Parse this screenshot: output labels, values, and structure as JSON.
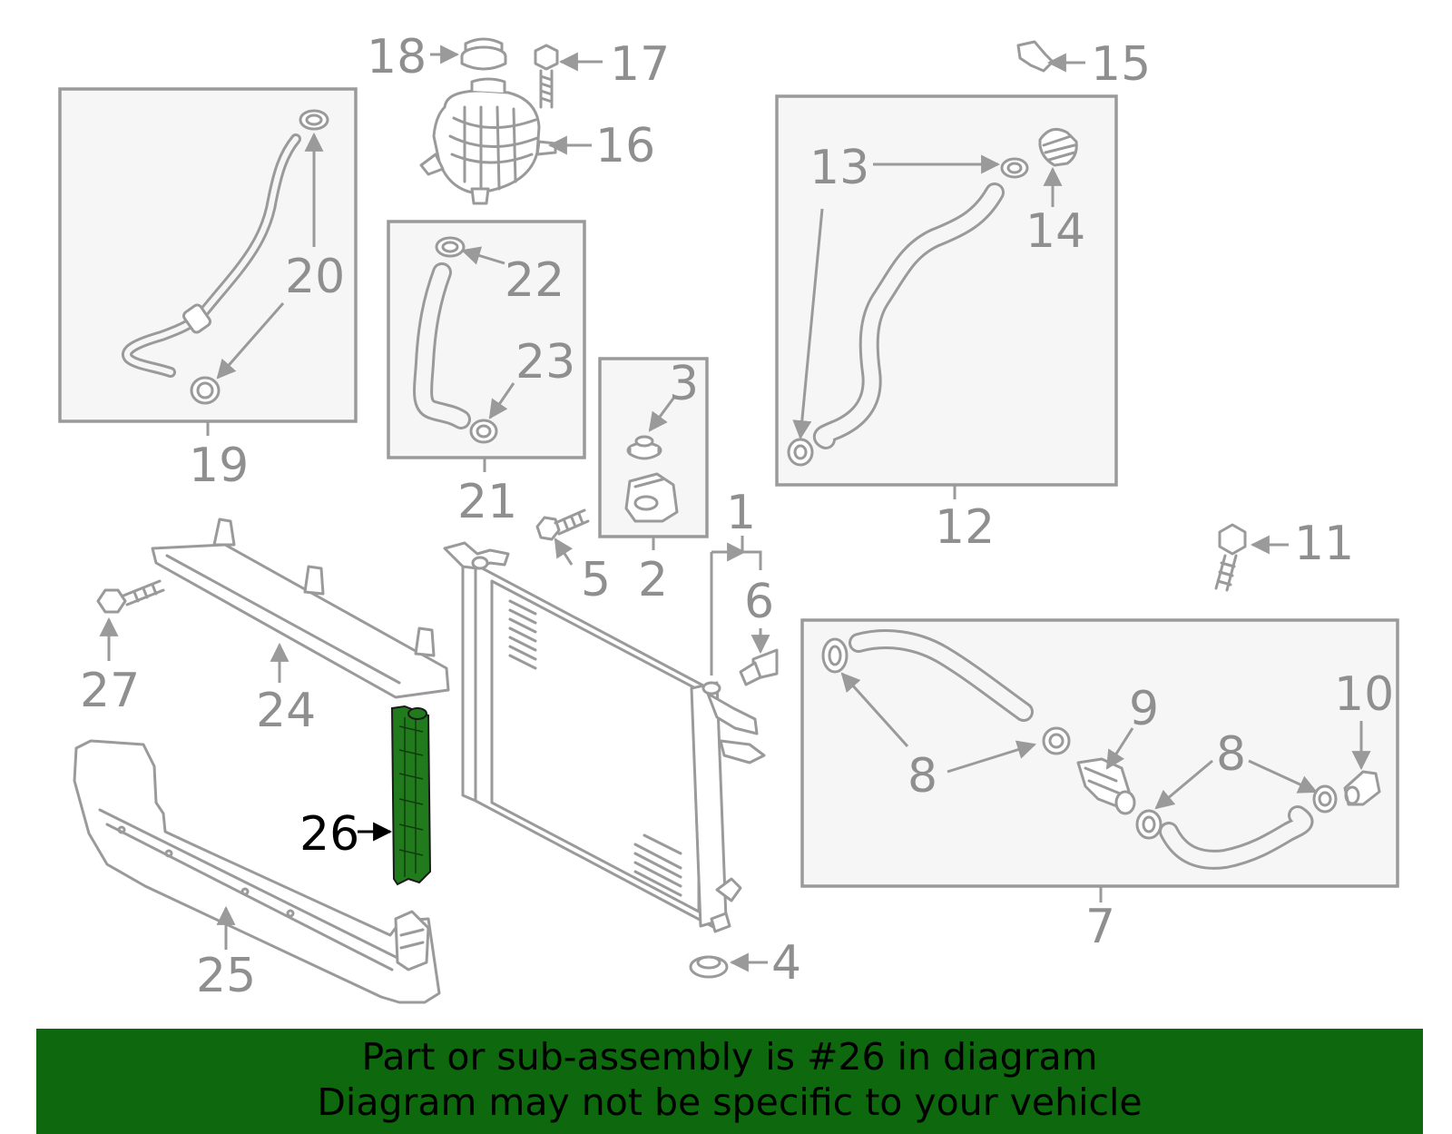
{
  "diagram": {
    "highlighted_part": "26",
    "highlight_color": "#217a1c",
    "callouts": [
      "1",
      "2",
      "3",
      "4",
      "5",
      "6",
      "7",
      "8",
      "8",
      "8",
      "9",
      "10",
      "11",
      "12",
      "13",
      "14",
      "15",
      "16",
      "17",
      "18",
      "19",
      "20",
      "21",
      "22",
      "23",
      "24",
      "25",
      "26",
      "27"
    ]
  },
  "banner": {
    "line1": "Part or sub-assembly is #26 in diagram",
    "line2": "Diagram may not be specific to your vehicle",
    "background": "#0e680e"
  }
}
